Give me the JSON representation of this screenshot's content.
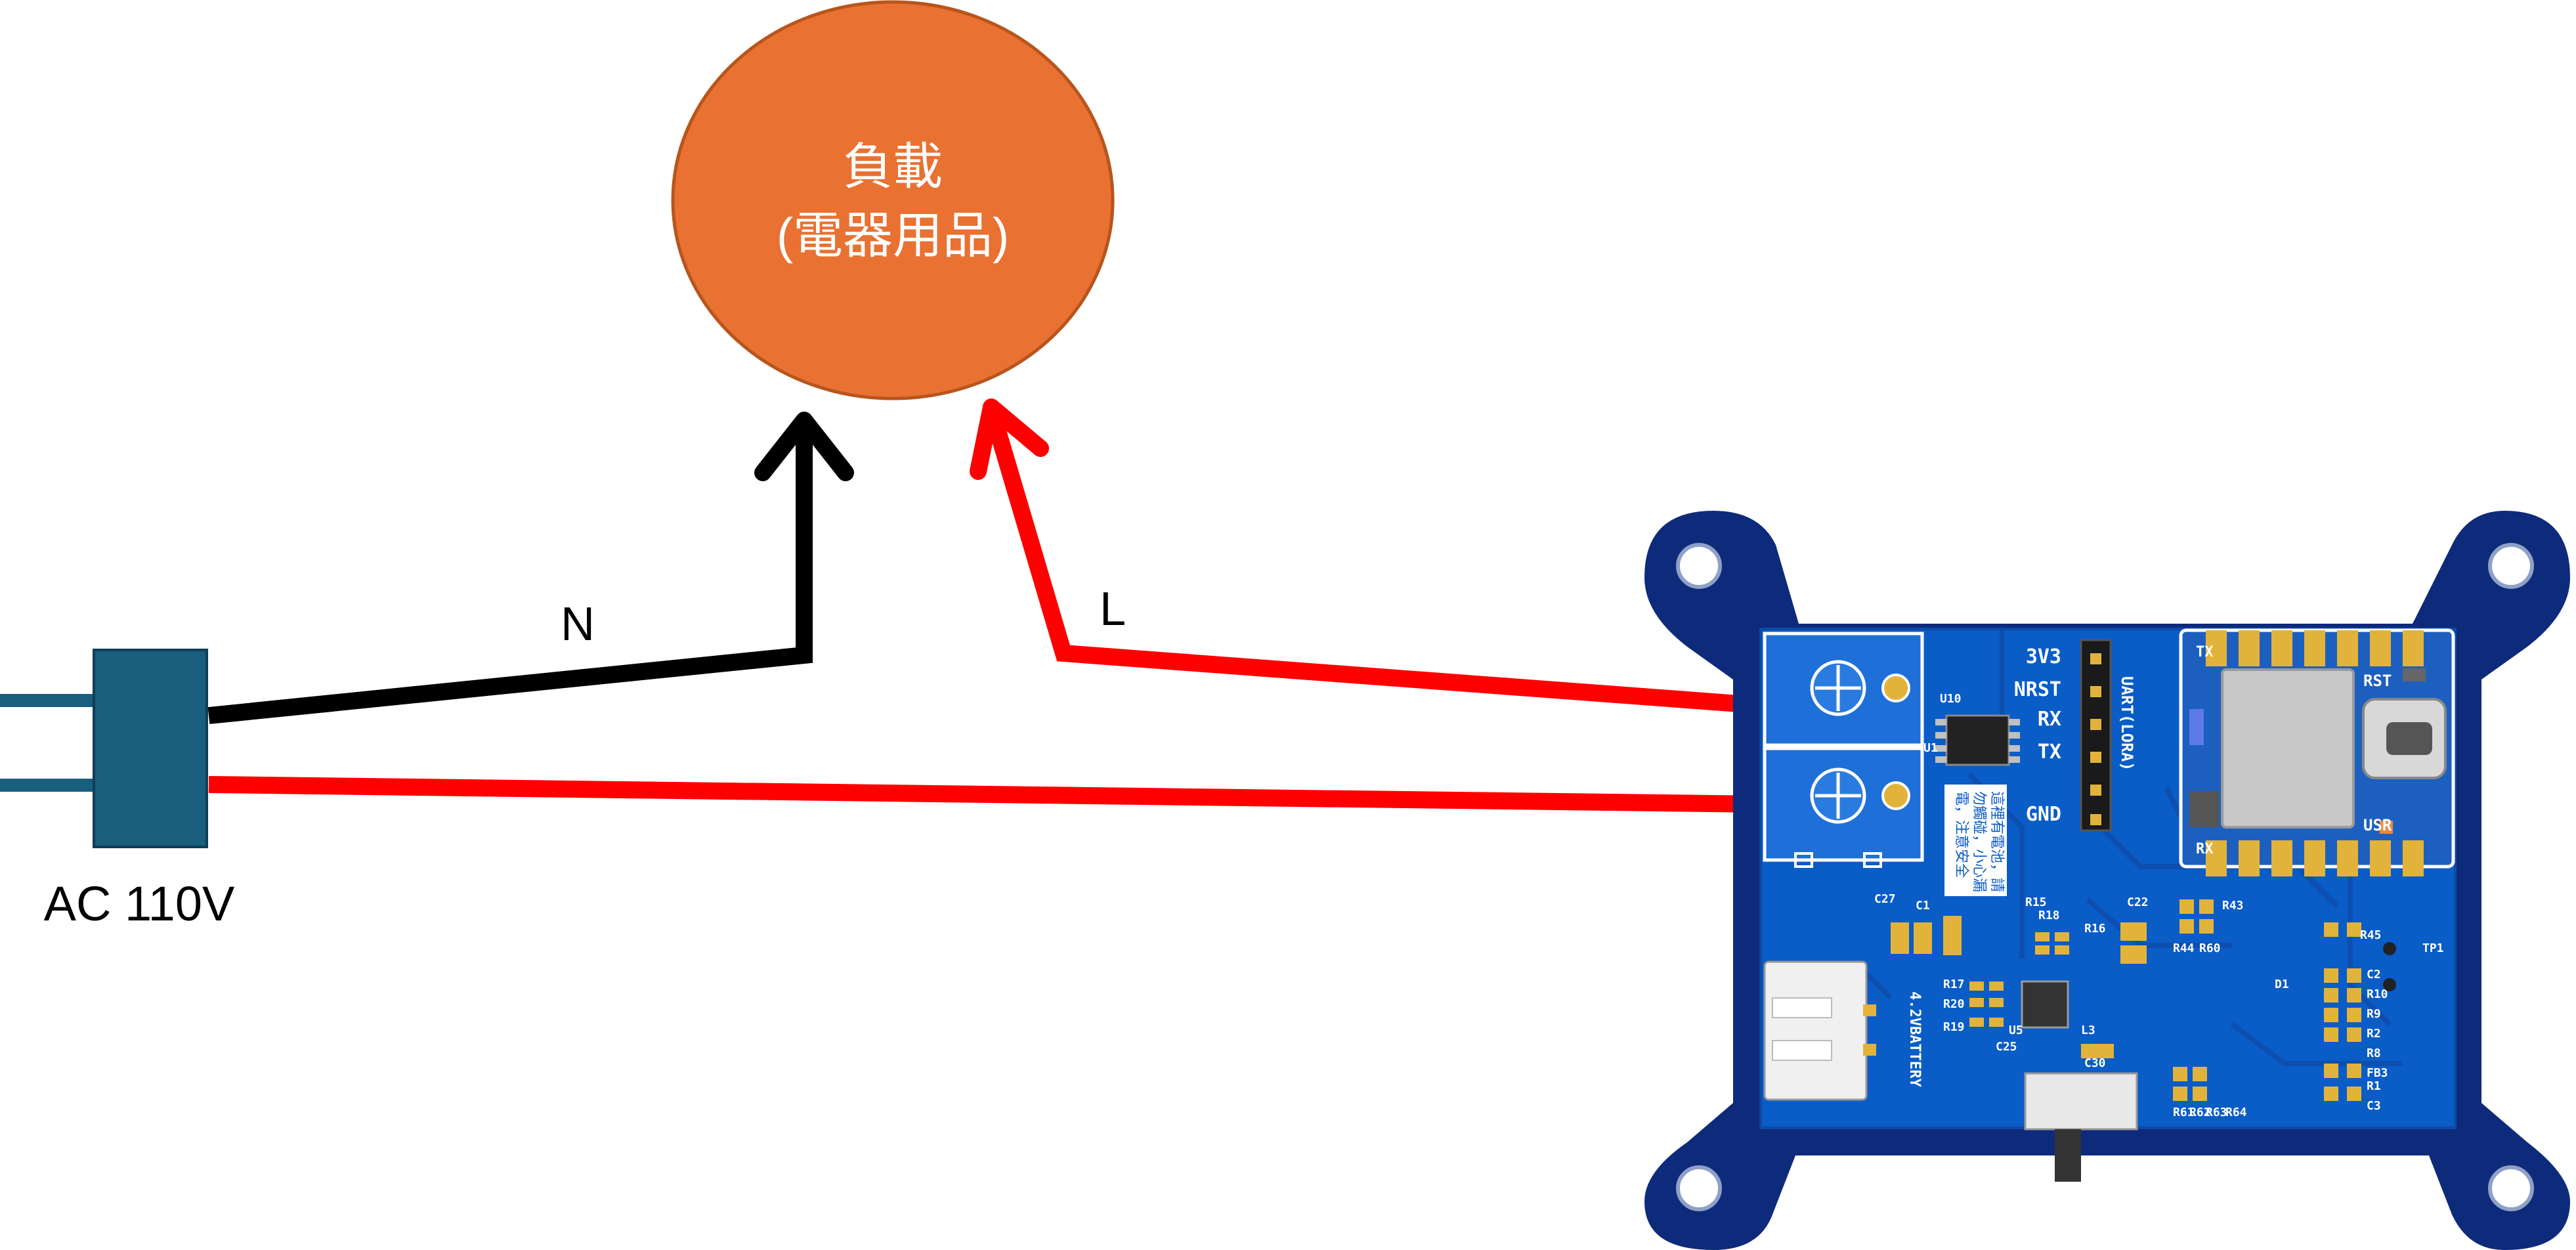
{
  "load": {
    "line1": "負載",
    "line2": "(電器用品)"
  },
  "wires": {
    "neutral_label": "N",
    "live_label": "L"
  },
  "plug": {
    "label": "AC 110V"
  },
  "board": {
    "header_labels": [
      "3V3",
      "NRST",
      "RX",
      "TX",
      "GND"
    ],
    "header_title": "UART(LORA)",
    "module_labels": [
      "RST",
      "USR",
      "TX",
      "RX"
    ],
    "silk_refs": [
      "U1",
      "U10",
      "C27",
      "C1",
      "R18",
      "R15",
      "R16",
      "C22",
      "R43",
      "R44",
      "R60",
      "R45",
      "TP1",
      "D1",
      "C2",
      "R10",
      "R9",
      "R2",
      "R8",
      "FB3",
      "R1",
      "C3",
      "R17",
      "R20",
      "R19",
      "C25",
      "U5",
      "L3",
      "C30",
      "R61",
      "R62",
      "R63",
      "R64"
    ],
    "battery_label": "4.2VBATTERY",
    "cn_note_1": "這裡有電池，請",
    "cn_note_2": "勿觸碰，小心漏",
    "cn_note_3": "電，注意安全"
  },
  "colors": {
    "load_fill": "#E97132",
    "load_stroke": "#B8551C",
    "neutral_wire": "#000000",
    "live_wire": "#FF0000",
    "plug_body": "#1A5E7E",
    "pcb_blue": "#0A5CC7",
    "pcb_navy": "#0E2A7A",
    "pad_gold": "#E2B33B"
  }
}
